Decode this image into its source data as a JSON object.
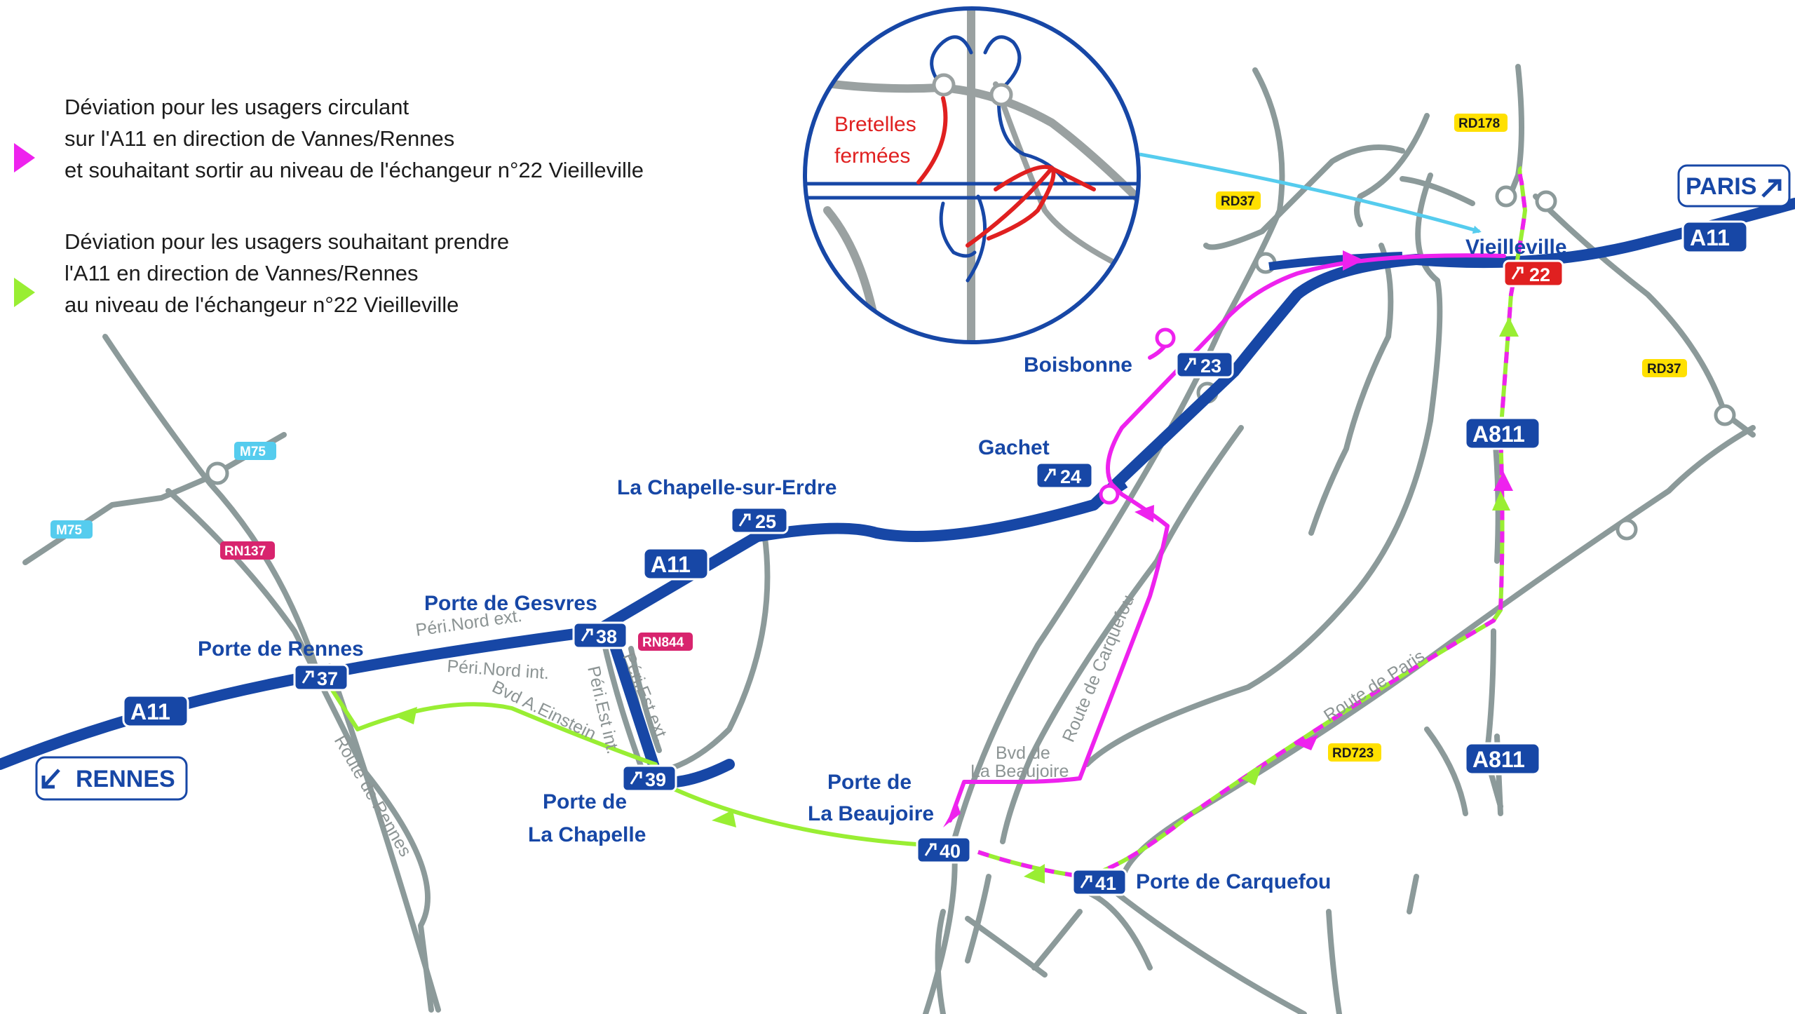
{
  "colors": {
    "magenta": "#ee22ee",
    "green": "#99ee33",
    "motorway": "#1747a6",
    "road_grey": "#8c9a9a",
    "closed_red": "#e02020",
    "cyan_arrow": "#55ccee",
    "badge_yellow": "#ffe000",
    "badge_pink": "#d8246e",
    "badge_cyan": "#55ccee"
  },
  "legend": [
    {
      "color": "magenta",
      "lines": [
        "Déviation pour les usagers circulant",
        "sur l'A11 en direction de Vannes/Rennes",
        "et souhaitant sortir au niveau de l'échangeur n°22 Vieilleville"
      ]
    },
    {
      "color": "green",
      "lines": [
        "Déviation pour les usagers souhaitant prendre",
        "l'A11 en direction de Vannes/Rennes",
        "au niveau de l'échangeur n°22 Vieilleville"
      ]
    }
  ],
  "inset": {
    "closed_label_1": "Bretelles",
    "closed_label_2": "fermées"
  },
  "directions": {
    "paris": "PARIS",
    "rennes": "RENNES"
  },
  "road_shields": {
    "a11": "A11",
    "a811": "A811"
  },
  "exits": [
    "37",
    "38",
    "39",
    "40",
    "41",
    "25",
    "24",
    "23",
    "22"
  ],
  "place_labels": {
    "porte_de_rennes": "Porte de Rennes",
    "porte_de_gesvres": "Porte de Gesvres",
    "la_chapelle_sur_erdre": "La Chapelle-sur-Erdre",
    "gachet": "Gachet",
    "boisbonne": "Boisbonne",
    "vieilleville": "Vieilleville",
    "porte_de": "Porte de",
    "la_chapelle": "La Chapelle",
    "la_beaujoire_place": "La Beaujoire",
    "porte_de_carquefou": "Porte de Carquefou"
  },
  "road_labels": {
    "peri_nord_ext": "Péri.Nord ext.",
    "peri_nord_int": "Péri.Nord int.",
    "bvd_einstein": "Bvd A.Einstein",
    "peri_est_int": "Péri.Est int.",
    "peri_est_ext": "Péri.Est ext.",
    "route_de_rennes": "Route de Rennes",
    "route_de_carquefou": "Route de Carquefou",
    "bvd_de": "Bvd de",
    "la_beaujoire_road": "La Beaujoire",
    "route_de_paris": "Route de Paris"
  },
  "badges": {
    "m75": "M75",
    "rn137": "RN137",
    "rn844": "RN844",
    "rd37": "RD37",
    "rd178": "RD178",
    "rd723": "RD723"
  }
}
